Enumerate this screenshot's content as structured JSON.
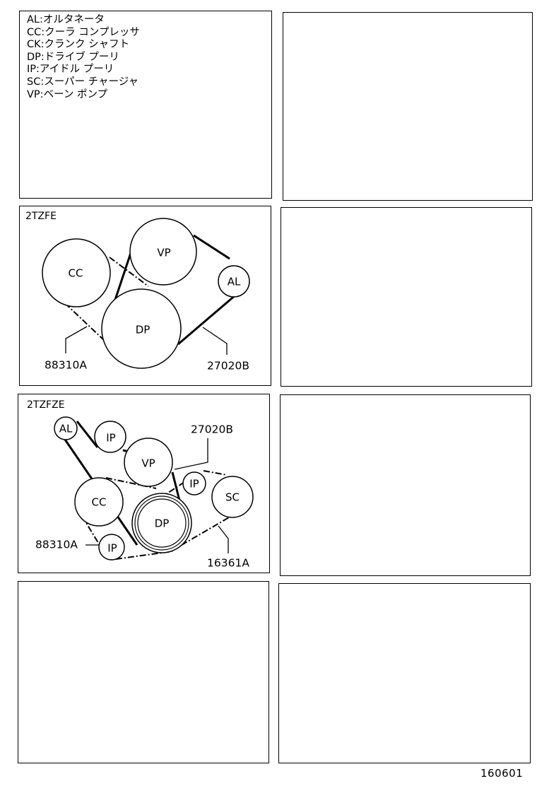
{
  "legend": [
    {
      "code": "AL:",
      "name": "オルタネータ"
    },
    {
      "code": "CC:",
      "name": "クーラ コンプレッサ"
    },
    {
      "code": "CK:",
      "name": "クランク シャフト"
    },
    {
      "code": "DP:",
      "name": "ドライブ プーリ"
    },
    {
      "code": "IP:",
      "name": "アイドル プーリ"
    },
    {
      "code": "SC:",
      "name": "スーパー チャージャ"
    },
    {
      "code": "VP:",
      "name": "ベーン ポンプ"
    }
  ],
  "diagram1": {
    "engine": "2TZFE",
    "pulleys": {
      "cc": "CC",
      "vp": "VP",
      "al": "AL",
      "dp": "DP"
    },
    "parts": {
      "belt_a": "88310A",
      "belt_b": "27020B"
    }
  },
  "diagram2": {
    "engine": "2TZFZE",
    "pulleys": {
      "al": "AL",
      "ip_top": "IP",
      "vp": "VP",
      "ip_mid": "IP",
      "sc": "SC",
      "cc": "CC",
      "dp": "DP",
      "ip_low": "IP"
    },
    "parts": {
      "belt_b": "27020B",
      "belt_a": "88310A",
      "belt_c": "16361A"
    }
  },
  "footer": {
    "code": "160601"
  }
}
